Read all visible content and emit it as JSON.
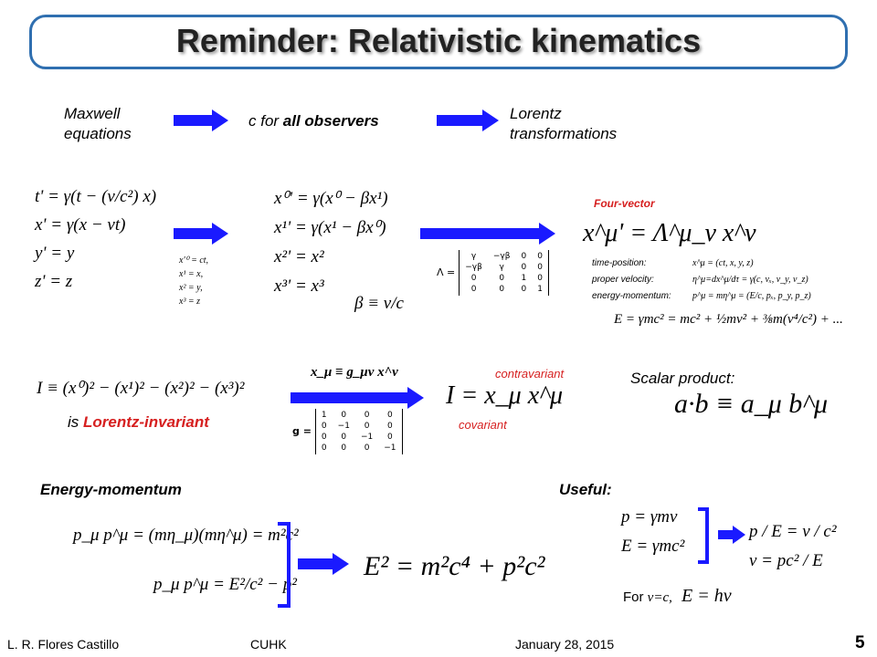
{
  "title": "Reminder: Relativistic kinematics",
  "top_row": {
    "maxwell": [
      "Maxwell",
      "equations"
    ],
    "c_prefix": "c for ",
    "c_bold": "all observers",
    "lorentz": [
      "Lorentz",
      "transformations"
    ]
  },
  "galilean": {
    "l1": "t' = γ(t − (v/c²) x)",
    "l2": "x' = γ(x − vt)",
    "l3": "y' = y",
    "l4": "z' = z"
  },
  "small_defs": [
    "x'⁰ = ct,",
    "x¹ = x,",
    "x² = y,",
    "x³ = z"
  ],
  "four_lorentz": {
    "l1": "x⁰' = γ(x⁰ − βx¹)",
    "l2": "x¹' = γ(x¹ − βx⁰)",
    "l3": "x²' = x²",
    "l4": "x³' = x³",
    "beta": "β ≡ v/c"
  },
  "lambda_matrix": {
    "label": "Λ =",
    "rows": [
      [
        "γ",
        "−γβ",
        "0",
        "0"
      ],
      [
        "−γβ",
        "γ",
        "0",
        "0"
      ],
      [
        "0",
        "0",
        "1",
        "0"
      ],
      [
        "0",
        "0",
        "0",
        "1"
      ]
    ]
  },
  "four_vector": {
    "label": "Four-vector",
    "eq": "x^μ' = Λ^μ_ν x^ν",
    "rows": [
      {
        "name": "time-position:",
        "value": "x^μ = (ct, x, y, z)"
      },
      {
        "name": "proper velocity:",
        "value": "η^μ=dx^μ/dτ = γ(c, vₓ, v_y, v_z)"
      },
      {
        "name": "energy-momentum:",
        "value": "p^μ = mη^μ = (E/c, pₓ, p_y, p_z)"
      }
    ],
    "energy": "E = γmc² = mc² + ½mv² + ⅜m(v⁴/c²) + ..."
  },
  "invariant": {
    "eq": "I ≡ (x⁰)² − (x¹)² − (x²)² − (x³)²",
    "prefix": "is ",
    "red": "Lorentz-invariant",
    "lower": "x_μ ≡ g_μν x^ν",
    "g_label": "g =",
    "g_rows": [
      [
        "1",
        "0",
        "0",
        "0"
      ],
      [
        "0",
        "−1",
        "0",
        "0"
      ],
      [
        "0",
        "0",
        "−1",
        "0"
      ],
      [
        "0",
        "0",
        "0",
        "−1"
      ]
    ],
    "contra": "contravariant",
    "co": "covariant",
    "I_eq": "I = x_μ x^μ",
    "scalar_label": "Scalar product:",
    "scalar_eq": "a·b ≡ a_μ b^μ"
  },
  "energy_momentum": {
    "label": "Energy-momentum",
    "eq1": "p_μ p^μ = (mη_μ)(mη^μ) = m²c²",
    "eq2": "p_μ p^μ = E²/c² − p²",
    "result": "E² = m²c⁴ + p²c²"
  },
  "useful": {
    "label": "Useful:",
    "eq1": "p = γmv",
    "eq2": "E = γmc²",
    "res1": "p / E = v / c²",
    "res2": "v = pc² / E",
    "for_text": "For ",
    "for_math": "v=c,",
    "for_eq": "E = hν"
  },
  "footer": {
    "author": "L. R. Flores Castillo",
    "org": "CUHK",
    "date": "January 28, 2015",
    "page": "5"
  }
}
